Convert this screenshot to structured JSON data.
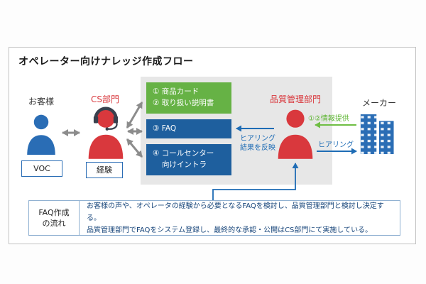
{
  "title": "オペレーター向けナレッジ作成フロー",
  "actors": {
    "customer": {
      "label": "お客様"
    },
    "cs": {
      "label": "CS部門"
    },
    "quality": {
      "label": "品質管理部門"
    },
    "maker": {
      "label": "メーカー"
    }
  },
  "tags": {
    "voc": "VOC",
    "experience": "経験"
  },
  "knowledge": {
    "item1_line1": "① 商品カード",
    "item1_line2": "② 取り扱い説明書",
    "item2": "③ FAQ",
    "item3_line1": "④ コールセンター",
    "item3_line2": "向けイントラ"
  },
  "annotations": {
    "reflect_line1": "ヒアリング",
    "reflect_line2": "結果を反映",
    "info_provide": "①②情報提供",
    "hearing": "ヒアリング"
  },
  "footer": {
    "label_line1": "FAQ作成",
    "label_line2": "の流れ",
    "body_line1": "お客様の声や、オペレータの経験から必要となるFAQを検討し、品質管理部門と検討し決定する。",
    "body_line2": "品質管理部門でFAQをシステム登録し、最終的な承認・公開はCS部門にて実施している。"
  },
  "colors": {
    "red_accent": "#d9383d",
    "blue_accent": "#2a6db5",
    "green_box": "#66b245",
    "blue_box": "#1e5f9e",
    "arrow_blue": "#1e6cb5",
    "arrow_green": "#6fbe44",
    "arrow_gray": "#8c8c8c",
    "panel_gray": "#e7e7e7"
  }
}
